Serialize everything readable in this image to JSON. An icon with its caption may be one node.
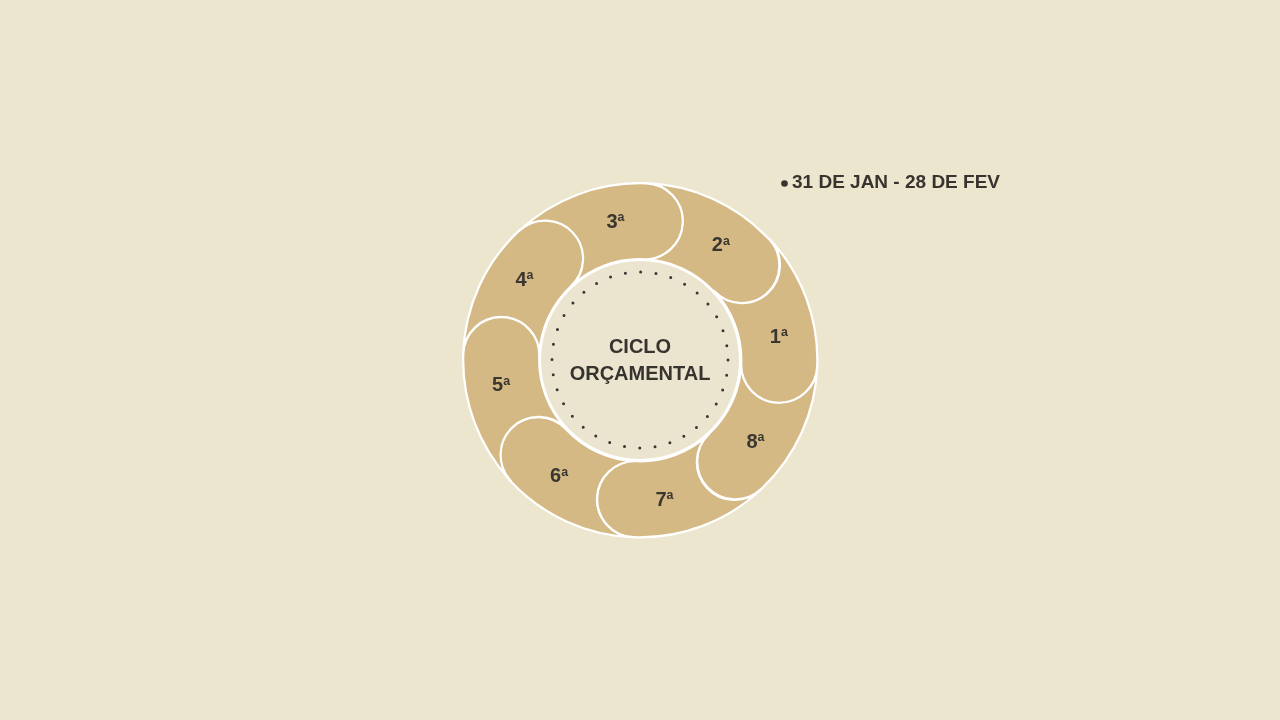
{
  "diagram": {
    "nodes": [
      {
        "text": [
          "CICLO ORÇAMENTAL"
        ]
      },
      {
        "text": [
          "1$^{a}$"
        ]
      },
      {
        "text": [
          "2$^{a}$"
        ]
      },
      {
        "text": [
          "3$^{a}$"
        ]
      },
      {
        "text": [
          "4$^{a}$"
        ]
      },
      {
        "text": [
          "5$^{a}$"
        ]
      },
      {
        "text": [
          "6$^{a}$"
        ]
      },
      {
        "text": [
          "7$^{a}$"
        ]
      },
      {
        "text": [
          "8$^{a}$"
        ]
      }
    ],
    "labels": [
      "31 DE JAN - 28 DE FEV"
    ]
  }
}
